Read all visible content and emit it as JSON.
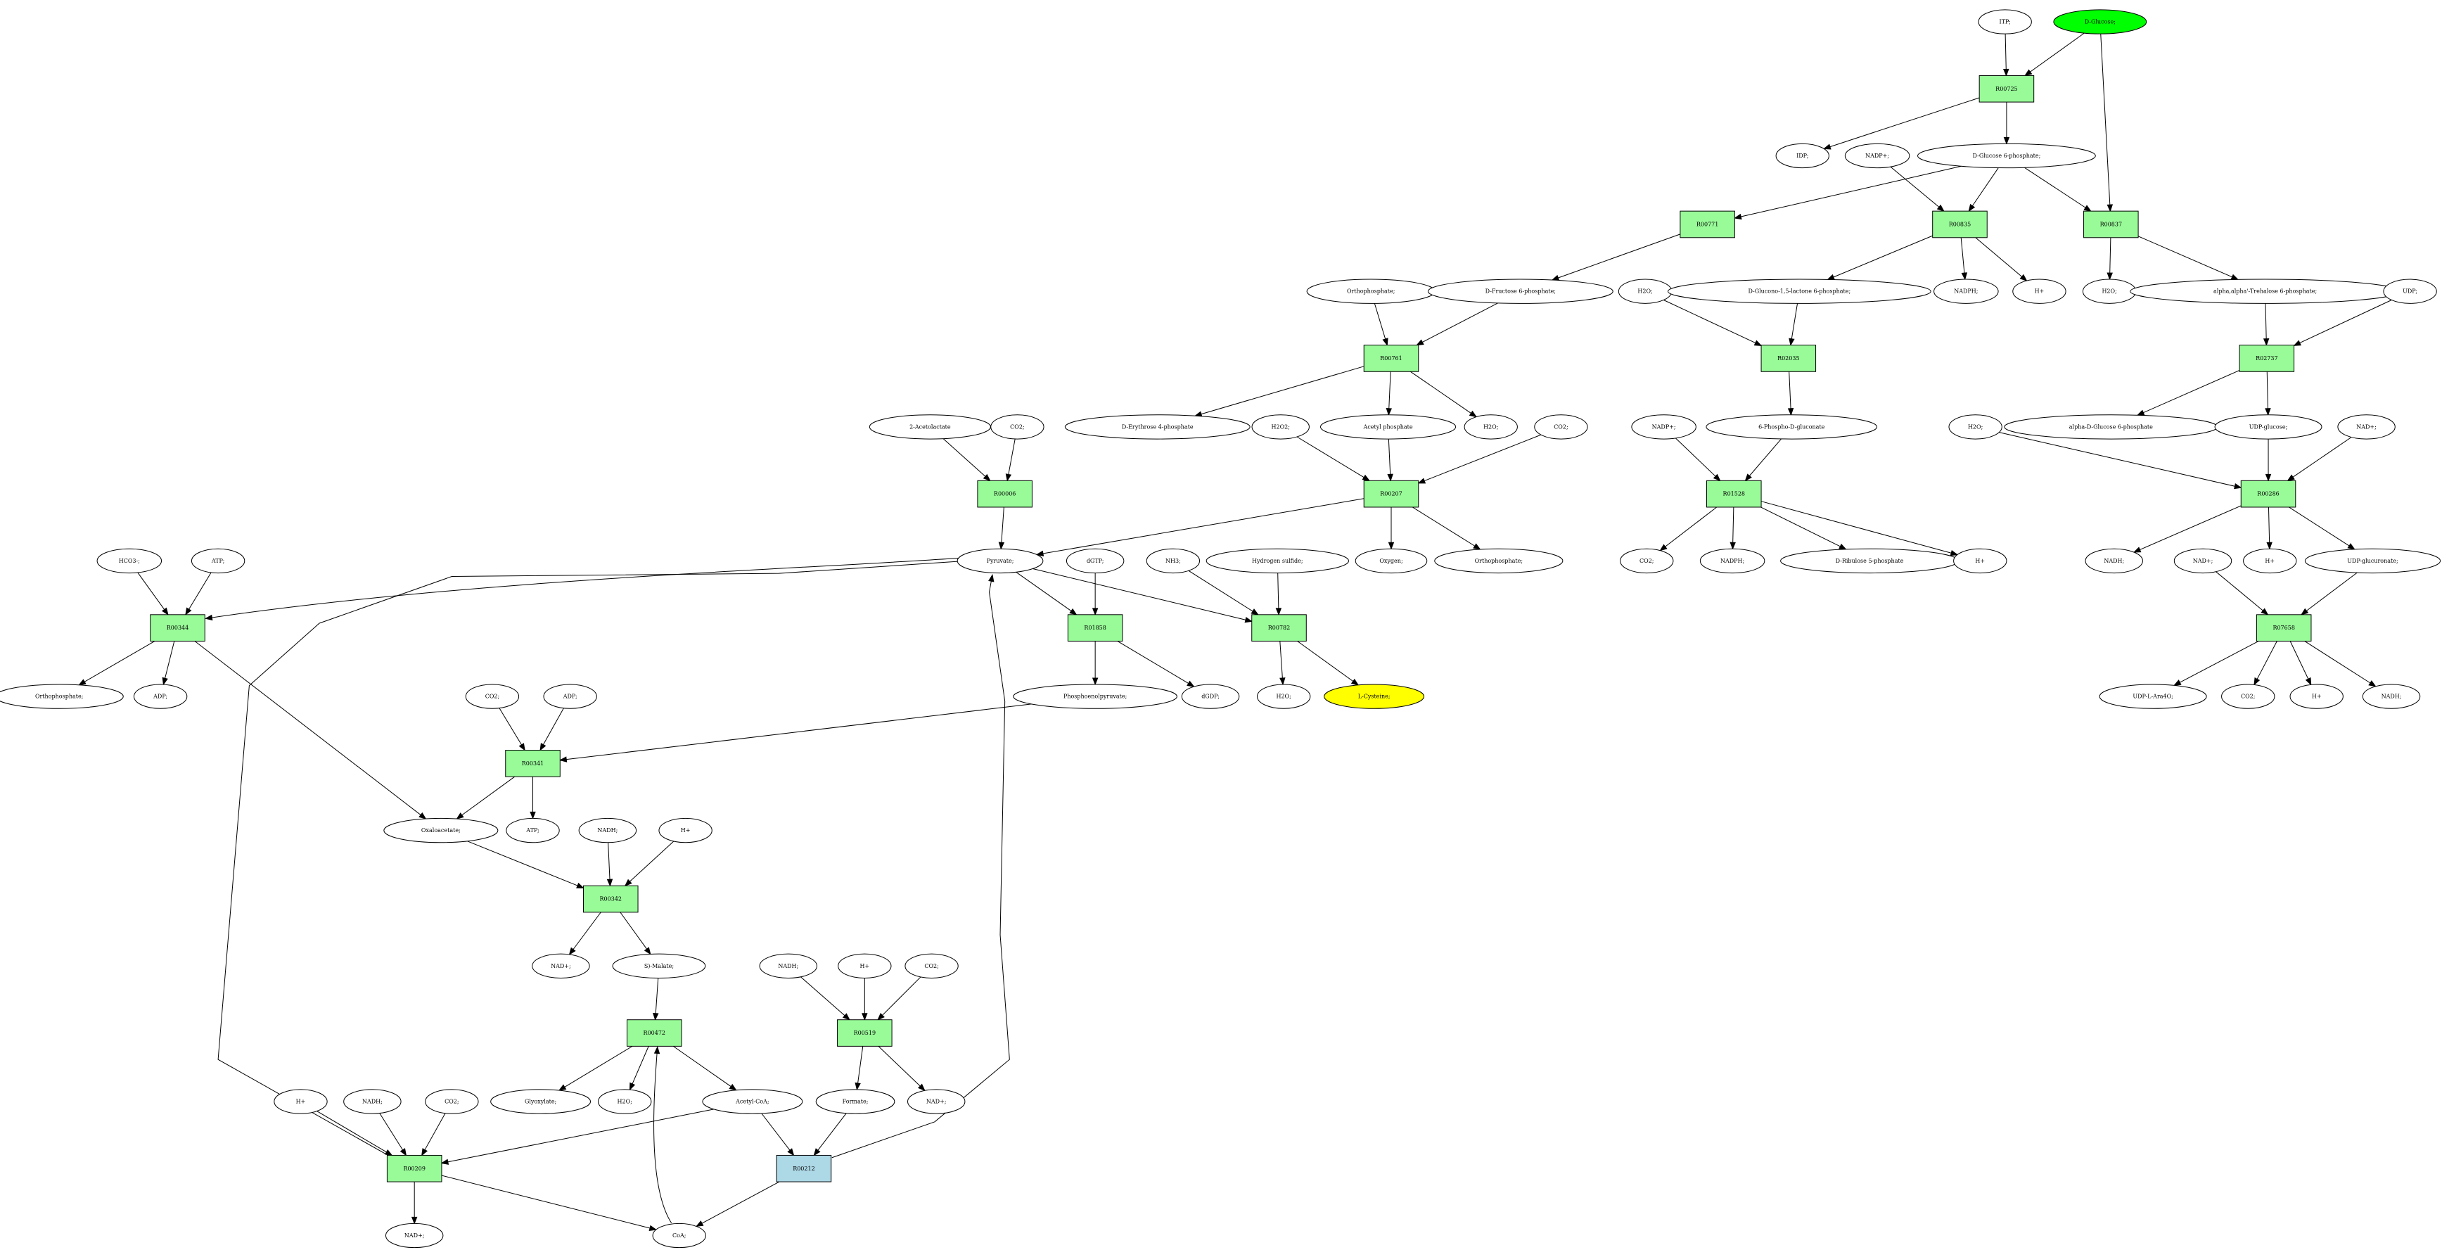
{
  "colors": {
    "reaction_fill": "#98fb98",
    "reaction_alt_fill": "#add8e6",
    "compound_fill": "#ffffff",
    "start_fill": "#00ff00",
    "target_fill": "#ffff00"
  },
  "nodes": [
    {
      "id": "itp",
      "kind": "compound",
      "label": "ITP;"
    },
    {
      "id": "dglucose",
      "kind": "compound",
      "label": "D-Glucose;",
      "fill": "start"
    },
    {
      "id": "r00725",
      "kind": "reaction",
      "label": "R00725"
    },
    {
      "id": "idp",
      "kind": "compound",
      "label": "IDP;"
    },
    {
      "id": "nadp_a",
      "kind": "compound",
      "label": "NADP+;"
    },
    {
      "id": "dg6p",
      "kind": "compound",
      "label": "D-Glucose 6-phosphate;"
    },
    {
      "id": "r00771",
      "kind": "reaction",
      "label": "R00771"
    },
    {
      "id": "r00835",
      "kind": "reaction",
      "label": "R00835"
    },
    {
      "id": "r00837",
      "kind": "reaction",
      "label": "R00837"
    },
    {
      "id": "orthop_a",
      "kind": "compound",
      "label": "Orthophosphate;"
    },
    {
      "id": "df6p",
      "kind": "compound",
      "label": "D-Fructose 6-phosphate;"
    },
    {
      "id": "h2o_a",
      "kind": "compound",
      "label": "H2O;"
    },
    {
      "id": "dglacto",
      "kind": "compound",
      "label": "D-Glucono-1,5-lactone 6-phosphate;"
    },
    {
      "id": "nadph_a",
      "kind": "compound",
      "label": "NADPH;"
    },
    {
      "id": "hplus_a",
      "kind": "compound",
      "label": "H+"
    },
    {
      "id": "h2o_b",
      "kind": "compound",
      "label": "H2O;"
    },
    {
      "id": "trehalose6p",
      "kind": "compound",
      "label": "alpha,alpha'-Trehalose 6-phosphate;"
    },
    {
      "id": "udp",
      "kind": "compound",
      "label": "UDP;"
    },
    {
      "id": "r00761",
      "kind": "reaction",
      "label": "R00761"
    },
    {
      "id": "r02035",
      "kind": "reaction",
      "label": "R02035"
    },
    {
      "id": "r02737",
      "kind": "reaction",
      "label": "R02737"
    },
    {
      "id": "acetolactate",
      "kind": "compound",
      "label": "2-Acetolactate"
    },
    {
      "id": "co2_a",
      "kind": "compound",
      "label": "CO2;"
    },
    {
      "id": "de4p",
      "kind": "compound",
      "label": "D-Erythrose 4-phosphate"
    },
    {
      "id": "h2o2",
      "kind": "compound",
      "label": "H2O2;"
    },
    {
      "id": "acetylp",
      "kind": "compound",
      "label": "Acetyl phosphate"
    },
    {
      "id": "h2o_c",
      "kind": "compound",
      "label": "H2O;"
    },
    {
      "id": "co2_b",
      "kind": "compound",
      "label": "CO2;"
    },
    {
      "id": "nadp_b",
      "kind": "compound",
      "label": "NADP+;"
    },
    {
      "id": "phosphogluconate",
      "kind": "compound",
      "label": "6-Phospho-D-gluconate"
    },
    {
      "id": "h2o_d",
      "kind": "compound",
      "label": "H2O;"
    },
    {
      "id": "aglc6p",
      "kind": "compound",
      "label": "alpha-D-Glucose 6-phosphate"
    },
    {
      "id": "udpglucose",
      "kind": "compound",
      "label": "UDP-glucose;"
    },
    {
      "id": "nad_a",
      "kind": "compound",
      "label": "NAD+;"
    },
    {
      "id": "r00006",
      "kind": "reaction",
      "label": "R00006"
    },
    {
      "id": "r00207",
      "kind": "reaction",
      "label": "R00207"
    },
    {
      "id": "r01528",
      "kind": "reaction",
      "label": "R01528"
    },
    {
      "id": "r00286",
      "kind": "reaction",
      "label": "R00286"
    },
    {
      "id": "hco3",
      "kind": "compound",
      "label": "HCO3-;"
    },
    {
      "id": "atp_a",
      "kind": "compound",
      "label": "ATP;"
    },
    {
      "id": "pyruvate",
      "kind": "compound",
      "label": "Pyruvate;"
    },
    {
      "id": "dgtp",
      "kind": "compound",
      "label": "dGTP;"
    },
    {
      "id": "nh3",
      "kind": "compound",
      "label": "NH3;"
    },
    {
      "id": "h2s",
      "kind": "compound",
      "label": "Hydrogen sulfide;"
    },
    {
      "id": "oxygen",
      "kind": "compound",
      "label": "Oxygen;"
    },
    {
      "id": "orthop_b",
      "kind": "compound",
      "label": "Orthophosphate;"
    },
    {
      "id": "co2_c",
      "kind": "compound",
      "label": "CO2;"
    },
    {
      "id": "nadph_b",
      "kind": "compound",
      "label": "NADPH;"
    },
    {
      "id": "dribulose",
      "kind": "compound",
      "label": "D-Ribulose 5-phosphate"
    },
    {
      "id": "hplus_b",
      "kind": "compound",
      "label": "H+"
    },
    {
      "id": "nadh_a",
      "kind": "compound",
      "label": "NADH;"
    },
    {
      "id": "nad_b",
      "kind": "compound",
      "label": "NAD+;"
    },
    {
      "id": "hplus_c",
      "kind": "compound",
      "label": "H+"
    },
    {
      "id": "udpglucuronate",
      "kind": "compound",
      "label": "UDP-glucuronate;"
    },
    {
      "id": "r00344",
      "kind": "reaction",
      "label": "R00344"
    },
    {
      "id": "r01858",
      "kind": "reaction",
      "label": "R01858"
    },
    {
      "id": "r00782",
      "kind": "reaction",
      "label": "R00782"
    },
    {
      "id": "r07658",
      "kind": "reaction",
      "label": "R07658"
    },
    {
      "id": "orthop_c",
      "kind": "compound",
      "label": "Orthophosphate;"
    },
    {
      "id": "adp_a",
      "kind": "compound",
      "label": "ADP;"
    },
    {
      "id": "co2_d",
      "kind": "compound",
      "label": "CO2;"
    },
    {
      "id": "adp_b",
      "kind": "compound",
      "label": "ADP;"
    },
    {
      "id": "pep",
      "kind": "compound",
      "label": "Phosphoenolpyruvate;"
    },
    {
      "id": "dgdp",
      "kind": "compound",
      "label": "dGDP;"
    },
    {
      "id": "h2o_e",
      "kind": "compound",
      "label": "H2O;"
    },
    {
      "id": "lcysteine",
      "kind": "compound",
      "label": "L-Cysteine;",
      "fill": "target"
    },
    {
      "id": "udpara4o",
      "kind": "compound",
      "label": "UDP-L-Ara4O;"
    },
    {
      "id": "co2_e",
      "kind": "compound",
      "label": "CO2;"
    },
    {
      "id": "hplus_d",
      "kind": "compound",
      "label": "H+"
    },
    {
      "id": "nadh_b",
      "kind": "compound",
      "label": "NADH;"
    },
    {
      "id": "r00341",
      "kind": "reaction",
      "label": "R00341"
    },
    {
      "id": "oxaloacetate",
      "kind": "compound",
      "label": "Oxaloacetate;"
    },
    {
      "id": "atp_b",
      "kind": "compound",
      "label": "ATP;"
    },
    {
      "id": "nadh_c",
      "kind": "compound",
      "label": "NADH;"
    },
    {
      "id": "hplus_e",
      "kind": "compound",
      "label": "H+"
    },
    {
      "id": "r00342",
      "kind": "reaction",
      "label": "R00342"
    },
    {
      "id": "nad_c",
      "kind": "compound",
      "label": "NAD+;"
    },
    {
      "id": "smalate",
      "kind": "compound",
      "label": "S)-Malate;"
    },
    {
      "id": "nadh_d",
      "kind": "compound",
      "label": "NADH;"
    },
    {
      "id": "hplus_f",
      "kind": "compound",
      "label": "H+"
    },
    {
      "id": "co2_f",
      "kind": "compound",
      "label": "CO2;"
    },
    {
      "id": "r00472",
      "kind": "reaction",
      "label": "R00472"
    },
    {
      "id": "r00519",
      "kind": "reaction",
      "label": "R00519"
    },
    {
      "id": "glyoxylate",
      "kind": "compound",
      "label": "Glyoxylate;"
    },
    {
      "id": "h2o_f",
      "kind": "compound",
      "label": "H2O;"
    },
    {
      "id": "acetylcoa",
      "kind": "compound",
      "label": "Acetyl-CoA;"
    },
    {
      "id": "formate",
      "kind": "compound",
      "label": "Formate;"
    },
    {
      "id": "nad_d",
      "kind": "compound",
      "label": "NAD+;"
    },
    {
      "id": "hplus_g",
      "kind": "compound",
      "label": "H+"
    },
    {
      "id": "nadh_e",
      "kind": "compound",
      "label": "NADH;"
    },
    {
      "id": "co2_g",
      "kind": "compound",
      "label": "CO2;"
    },
    {
      "id": "r00209",
      "kind": "reaction",
      "label": "R00209"
    },
    {
      "id": "r00212",
      "kind": "reaction",
      "label": "R00212",
      "fill": "alt"
    },
    {
      "id": "nad_e",
      "kind": "compound",
      "label": "NAD+;"
    },
    {
      "id": "coa",
      "kind": "compound",
      "label": "CoA;"
    }
  ],
  "edges": [
    [
      "itp",
      "r00725"
    ],
    [
      "dglucose",
      "r00725"
    ],
    [
      "r00725",
      "idp"
    ],
    [
      "r00725",
      "dg6p"
    ],
    [
      "dglucose",
      "r00837"
    ],
    [
      "dg6p",
      "r00771"
    ],
    [
      "dg6p",
      "r00835"
    ],
    [
      "dg6p",
      "r00837"
    ],
    [
      "nadp_a",
      "r00835"
    ],
    [
      "r00771",
      "df6p"
    ],
    [
      "r00835",
      "dglacto"
    ],
    [
      "r00835",
      "nadph_a"
    ],
    [
      "r00835",
      "hplus_a"
    ],
    [
      "r00837",
      "h2o_b"
    ],
    [
      "r00837",
      "trehalose6p"
    ],
    [
      "orthop_a",
      "r00761"
    ],
    [
      "df6p",
      "r00761"
    ],
    [
      "h2o_a",
      "r02035"
    ],
    [
      "dglacto",
      "r02035"
    ],
    [
      "trehalose6p",
      "r02737"
    ],
    [
      "udp",
      "r02737"
    ],
    [
      "r00761",
      "de4p"
    ],
    [
      "r00761",
      "acetylp"
    ],
    [
      "r00761",
      "h2o_c"
    ],
    [
      "r02035",
      "phosphogluconate"
    ],
    [
      "r02737",
      "aglc6p"
    ],
    [
      "r02737",
      "udpglucose"
    ],
    [
      "acetolactate",
      "r00006"
    ],
    [
      "co2_a",
      "r00006"
    ],
    [
      "h2o2",
      "r00207"
    ],
    [
      "acetylp",
      "r00207"
    ],
    [
      "co2_b",
      "r00207"
    ],
    [
      "nadp_b",
      "r01528"
    ],
    [
      "phosphogluconate",
      "r01528"
    ],
    [
      "h2o_d",
      "r00286"
    ],
    [
      "udpglucose",
      "r00286"
    ],
    [
      "nad_a",
      "r00286"
    ],
    [
      "r00006",
      "pyruvate"
    ],
    [
      "r00207",
      "pyruvate"
    ],
    [
      "r00207",
      "oxygen"
    ],
    [
      "r00207",
      "orthop_b"
    ],
    [
      "r01528",
      "co2_c"
    ],
    [
      "r01528",
      "nadph_b"
    ],
    [
      "r01528",
      "dribulose"
    ],
    [
      "r01528",
      "hplus_b"
    ],
    [
      "r00286",
      "nadh_a"
    ],
    [
      "r00286",
      "hplus_c"
    ],
    [
      "r00286",
      "udpglucuronate"
    ],
    [
      "hco3",
      "r00344"
    ],
    [
      "atp_a",
      "r00344"
    ],
    [
      "pyruvate",
      "r00344"
    ],
    [
      "pyruvate",
      "r01858"
    ],
    [
      "dgtp",
      "r01858"
    ],
    [
      "pyruvate",
      "r00782"
    ],
    [
      "nh3",
      "r00782"
    ],
    [
      "h2s",
      "r00782"
    ],
    [
      "nad_b",
      "r07658"
    ],
    [
      "udpglucuronate",
      "r07658"
    ],
    [
      "r00344",
      "orthop_c"
    ],
    [
      "r00344",
      "adp_a"
    ],
    [
      "r00344",
      "oxaloacetate"
    ],
    [
      "r01858",
      "pep"
    ],
    [
      "r01858",
      "dgdp"
    ],
    [
      "r00782",
      "h2o_e"
    ],
    [
      "r00782",
      "lcysteine"
    ],
    [
      "r07658",
      "udpara4o"
    ],
    [
      "r07658",
      "co2_e"
    ],
    [
      "r07658",
      "hplus_d"
    ],
    [
      "r07658",
      "nadh_b"
    ],
    [
      "co2_d",
      "r00341"
    ],
    [
      "adp_b",
      "r00341"
    ],
    [
      "pep",
      "r00341"
    ],
    [
      "r00341",
      "oxaloacetate"
    ],
    [
      "r00341",
      "atp_b"
    ],
    [
      "oxaloacetate",
      "r00342"
    ],
    [
      "nadh_c",
      "r00342"
    ],
    [
      "hplus_e",
      "r00342"
    ],
    [
      "r00342",
      "nad_c"
    ],
    [
      "r00342",
      "smalate"
    ],
    [
      "smalate",
      "r00472"
    ],
    [
      "nadh_d",
      "r00519"
    ],
    [
      "hplus_f",
      "r00519"
    ],
    [
      "co2_f",
      "r00519"
    ],
    [
      "r00472",
      "glyoxylate"
    ],
    [
      "r00472",
      "h2o_f"
    ],
    [
      "r00472",
      "acetylcoa"
    ],
    [
      "r00519",
      "formate"
    ],
    [
      "r00519",
      "nad_d"
    ],
    [
      "hplus_g",
      "r00209"
    ],
    [
      "nadh_e",
      "r00209"
    ],
    [
      "co2_g",
      "r00209"
    ],
    [
      "acetylcoa",
      "r00209"
    ],
    [
      "acetylcoa",
      "r00212"
    ],
    [
      "formate",
      "r00212"
    ],
    [
      "r00209",
      "pyruvate"
    ],
    [
      "r00209",
      "nad_e"
    ],
    [
      "r00209",
      "coa"
    ],
    [
      "r00212",
      "pyruvate"
    ],
    [
      "r00212",
      "coa"
    ],
    [
      "coa",
      "r00472"
    ]
  ]
}
